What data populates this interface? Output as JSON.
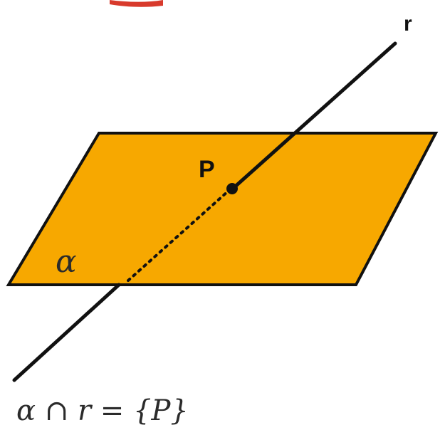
{
  "diagram": {
    "line_label": "r",
    "point_label": "P",
    "plane_label": "α",
    "formula": "α ∩ r = {P}",
    "colors": {
      "plane_fill": "#F7A800",
      "outline": "#111111",
      "top_accent": "#D83A2C"
    }
  }
}
